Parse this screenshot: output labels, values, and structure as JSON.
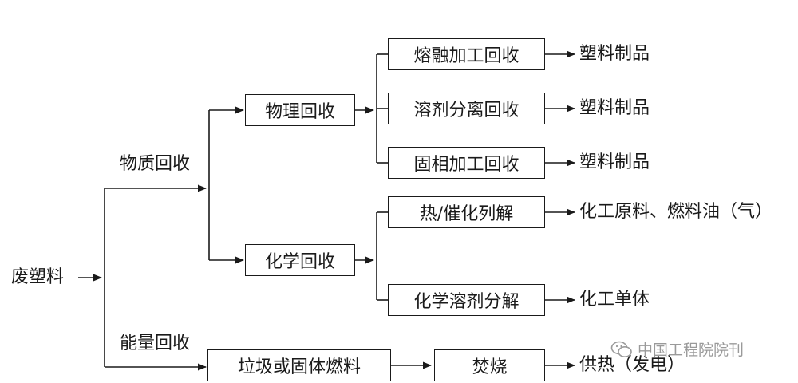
{
  "root": "废塑料",
  "branch_material": "物质回收",
  "branch_energy": "能量回收",
  "physical": "物理回收",
  "chemical": "化学回收",
  "methods": {
    "melt": "熔融加工回收",
    "solvent": "溶剂分离回收",
    "solid": "固相加工回收",
    "pyrolysis": "热/催化列解",
    "chem_solvent": "化学溶剂分解",
    "garbage_fuel": "垃圾或固体燃料",
    "incineration": "焚烧"
  },
  "outputs": {
    "melt": "塑料制品",
    "solvent": "塑料制品",
    "solid": "塑料制品",
    "pyrolysis": "化工原料、燃料油（气）",
    "chem_solvent": "化工单体",
    "incineration": "供热（发电）"
  },
  "watermark": "中国工程院院刊"
}
